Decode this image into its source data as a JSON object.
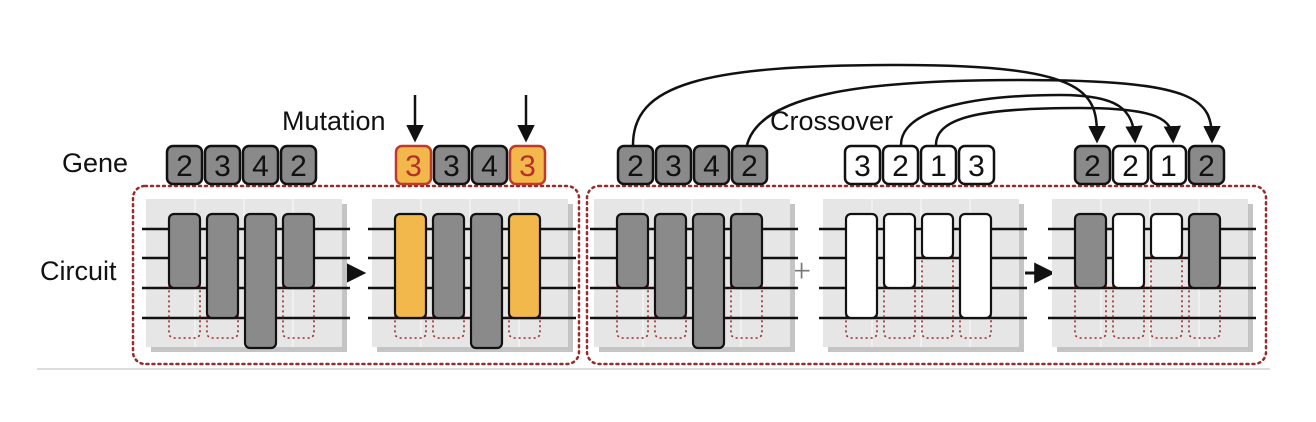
{
  "labels": {
    "gene": "Gene",
    "circuit": "Circuit",
    "mutation": "Mutation",
    "crossover": "Crossover",
    "plus": "+"
  },
  "genes": {
    "original": [
      "2",
      "3",
      "4",
      "2"
    ],
    "mutated": [
      "3",
      "3",
      "4",
      "3"
    ],
    "parent_a": [
      "2",
      "3",
      "4",
      "2"
    ],
    "parent_b": [
      "3",
      "2",
      "1",
      "3"
    ],
    "offspring": [
      "2",
      "2",
      "1",
      "2"
    ]
  },
  "colors": {
    "gate_dark": "#8a8a8a",
    "gate_mutated": "#f2b84b",
    "gate_light": "#ffffff",
    "mutated_text": "#b5302a",
    "panel": "#e6e6e6",
    "dotted_border": "#9b2a2a"
  }
}
